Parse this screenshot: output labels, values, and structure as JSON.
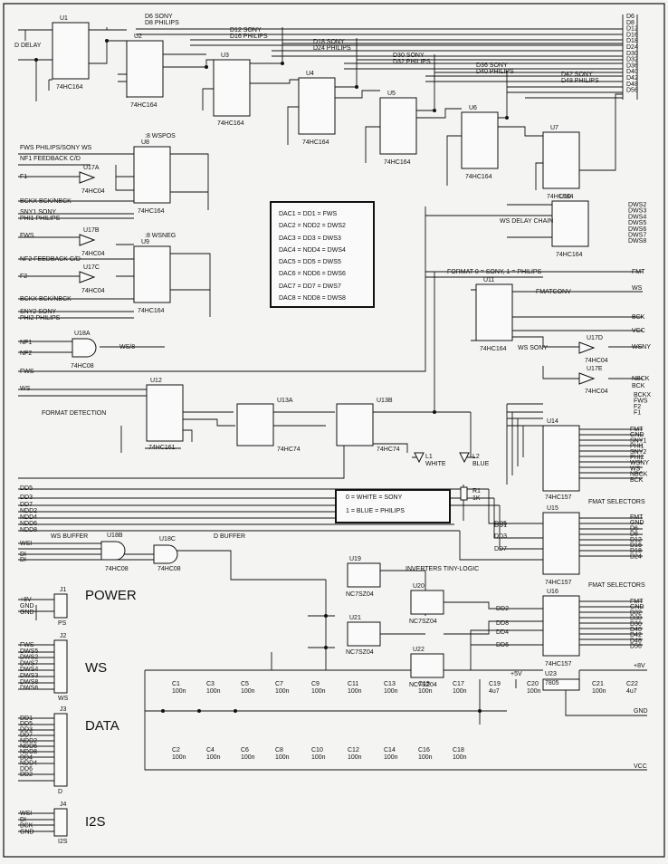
{
  "chips": {
    "u1": {
      "ref": "U1",
      "part": "74HC164"
    },
    "u2": {
      "ref": "U2",
      "part": "74HC164"
    },
    "u3": {
      "ref": "U3",
      "part": "74HC164"
    },
    "u4": {
      "ref": "U4",
      "part": "74HC164"
    },
    "u5": {
      "ref": "U5",
      "part": "74HC164"
    },
    "u6": {
      "ref": "U6",
      "part": "74HC164"
    },
    "u7": {
      "ref": "U7",
      "part": "74HC164"
    },
    "u8": {
      "ref": "U8",
      "part": "74HC164",
      "title": ":8 WSPOS"
    },
    "u9": {
      "ref": "U9",
      "part": "74HC164",
      "title": ":8 WSNEG"
    },
    "u10": {
      "ref": "U10",
      "part": "74HC164",
      "title": "WS DELAY CHAIN"
    },
    "u11": {
      "ref": "U11",
      "part": "74HC164",
      "title": "FMATCONV"
    },
    "u12": {
      "ref": "U12",
      "part": "74HC161",
      "title": "FORMAT DETECTION"
    },
    "u13a": {
      "ref": "U13A",
      "part": "74HC74"
    },
    "u13b": {
      "ref": "U13B",
      "part": "74HC74"
    },
    "u14": {
      "ref": "U14",
      "part": "74HC157"
    },
    "u15": {
      "ref": "U15",
      "part": "74HC157",
      "title": "FMAT SELECTORS"
    },
    "u16": {
      "ref": "U16",
      "part": "74HC157",
      "title": "FMAT SELECTORS"
    },
    "u17a": {
      "ref": "U17A",
      "part": "74HC04"
    },
    "u17b": {
      "ref": "U17B",
      "part": "74HC04"
    },
    "u17c": {
      "ref": "U17C",
      "part": "74HC04"
    },
    "u17d": {
      "ref": "U17D",
      "part": "74HC04"
    },
    "u17e": {
      "ref": "U17E",
      "part": "74HC04"
    },
    "u18a": {
      "ref": "U18A",
      "part": "74HC08"
    },
    "u18b": {
      "ref": "U18B",
      "part": "74HC08",
      "title": "WS BUFFER"
    },
    "u18c": {
      "ref": "U18C",
      "part": "74HC08",
      "title": "D BUFFER"
    },
    "u19": {
      "ref": "U19",
      "part": "NC7SZ04"
    },
    "u20": {
      "ref": "U20",
      "part": "NC7SZ04"
    },
    "u21": {
      "ref": "U21",
      "part": "NC7SZ04"
    },
    "u22": {
      "ref": "U22",
      "part": "NC7SZ04"
    },
    "u23": {
      "ref": "U23",
      "part": "7805"
    }
  },
  "labels": {
    "d_delay": "D DELAY",
    "inverters": "INVERTERS TINY-LOGIC",
    "fmt_formula": "FORMAT 0 = SONY, 1 = PHILIPS",
    "ws_sony": "WS SONY",
    "l1": "L1",
    "l1_color": "WHITE",
    "l2": "L2",
    "l2_color": "BLUE",
    "r1": "R1",
    "r1_value": "1K",
    "plus8v": "+8V",
    "gnd": "GND",
    "vcc": "VCC",
    "plus5v": "+5V"
  },
  "dac_table": [
    "DAC1 = DD1 = FWS",
    "DAC2 = NDD2 = DWS2",
    "DAC3 = DD3 = DWS3",
    "DAC4 = NDD4 = DWS4",
    "DAC5 = DD5 = DWS5",
    "DAC6 = NDD6 = DWS6",
    "DAC7 = DD7 = DWS7",
    "DAC8 = NDD8 = DWS8"
  ],
  "led_legend": [
    "0 = WHITE = SONY",
    "1 = BLUE = PHILIPS"
  ],
  "delay_taps": [
    "D6 SONY",
    "D8 PHILIPS",
    "D12 SONY",
    "D16 PHILIPS",
    "D18 SONY",
    "D24 PHILIPS",
    "D30 SONY",
    "D32 PHILIPS",
    "D36 SONY",
    "D40 PHILIPS",
    "D42 SONY",
    "D48 PHILIPS"
  ],
  "right_bus": [
    "D6",
    "D8",
    "D12",
    "D16",
    "D18",
    "D24",
    "D30",
    "D32",
    "D36",
    "D40",
    "D42",
    "D48",
    "D56"
  ],
  "u8_inputs": [
    "FWS  PHILIPS/SONY WS",
    "NF1  FEEDBACK C/D",
    "F1",
    "BCKX  BCK/NBCK",
    "SNY1  SONY",
    "PHI1  PHILIPS"
  ],
  "u9_inputs": [
    "FWS",
    "NF2  FEEDBACK C/D",
    "F2",
    "BCKX  BCK/NBCK",
    "SNY2  SONY",
    "PHI2  PHILIPS"
  ],
  "dws_outputs": [
    "DWS2",
    "DWS3",
    "DWS4",
    "DWS5",
    "DWS6",
    "DWS7",
    "DWS8"
  ],
  "u14_outputs": [
    "FMT",
    "GND",
    "SNY1",
    "PHI1",
    "SNY2",
    "PHI2",
    "WSNY",
    "WS",
    "NBCK",
    "BCK"
  ],
  "u15_outputs": [
    "FMT",
    "GND",
    "D6",
    "D8",
    "D12",
    "D16",
    "D18",
    "D24"
  ],
  "u16_outputs": [
    "FMT",
    "GND",
    "D32",
    "D30",
    "D36",
    "D40",
    "D42",
    "D48",
    "D56"
  ],
  "u14_right_bus": [
    "BCKX",
    "FWS",
    "F2",
    "F1"
  ],
  "misc_signals": [
    "WS",
    "BCK",
    "VCC",
    "FMT",
    "NBCK",
    "WSNY",
    "FWS",
    "WS/8",
    "NF1",
    "NF2",
    "DD1",
    "BCK",
    "DD2",
    "DD8",
    "DD4",
    "DD6",
    "DD5",
    "DD3",
    "DD7",
    "WSI",
    "DI",
    "GND"
  ],
  "lower_left_bus": [
    "DD5",
    "DD3",
    "DD7",
    "NDD2",
    "NDD4",
    "NDD6",
    "NDD8",
    "WS",
    "DI"
  ],
  "caps_top": [
    {
      "ref": "C1",
      "val": "100n"
    },
    {
      "ref": "C3",
      "val": "100n"
    },
    {
      "ref": "C5",
      "val": "100n"
    },
    {
      "ref": "C7",
      "val": "100n"
    },
    {
      "ref": "C9",
      "val": "100n"
    },
    {
      "ref": "C11",
      "val": "100n"
    },
    {
      "ref": "C13",
      "val": "100n"
    },
    {
      "ref": "C15",
      "val": "100n"
    },
    {
      "ref": "C17",
      "val": "100n"
    },
    {
      "ref": "C19",
      "val": "4u7"
    },
    {
      "ref": "C20",
      "val": "100n"
    },
    {
      "ref": "C21",
      "val": "100n"
    },
    {
      "ref": "C22",
      "val": "4u7"
    }
  ],
  "caps_bottom": [
    {
      "ref": "C2",
      "val": "100n"
    },
    {
      "ref": "C4",
      "val": "100n"
    },
    {
      "ref": "C6",
      "val": "100n"
    },
    {
      "ref": "C8",
      "val": "100n"
    },
    {
      "ref": "C10",
      "val": "100n"
    },
    {
      "ref": "C12",
      "val": "100n"
    },
    {
      "ref": "C14",
      "val": "100n"
    },
    {
      "ref": "C16",
      "val": "100n"
    },
    {
      "ref": "C18",
      "val": "100n"
    }
  ],
  "connectors": {
    "j1": {
      "ref": "J1",
      "title": "POWER",
      "sub": "PS",
      "pins": [
        "+8V",
        "GND"
      ]
    },
    "j2": {
      "ref": "J2",
      "title": "WS",
      "sub": "WS",
      "pins": [
        "FWS",
        "DWS5",
        "DWS2",
        "DWS7",
        "DWS4",
        "DWS3",
        "DWS8",
        "DWS6"
      ]
    },
    "j3": {
      "ref": "J3",
      "title": "DATA",
      "sub": "D",
      "pins": [
        "DD1",
        "DD5",
        "DD3",
        "DD7",
        "NDD2",
        "NDD6",
        "NDD8",
        "DD4",
        "NDD4",
        "DD6",
        "DD2"
      ]
    },
    "j4": {
      "ref": "J4",
      "title": "I2S",
      "sub": "I2S",
      "pins": [
        "WSI",
        "DI",
        "BCK",
        "GND"
      ]
    }
  }
}
